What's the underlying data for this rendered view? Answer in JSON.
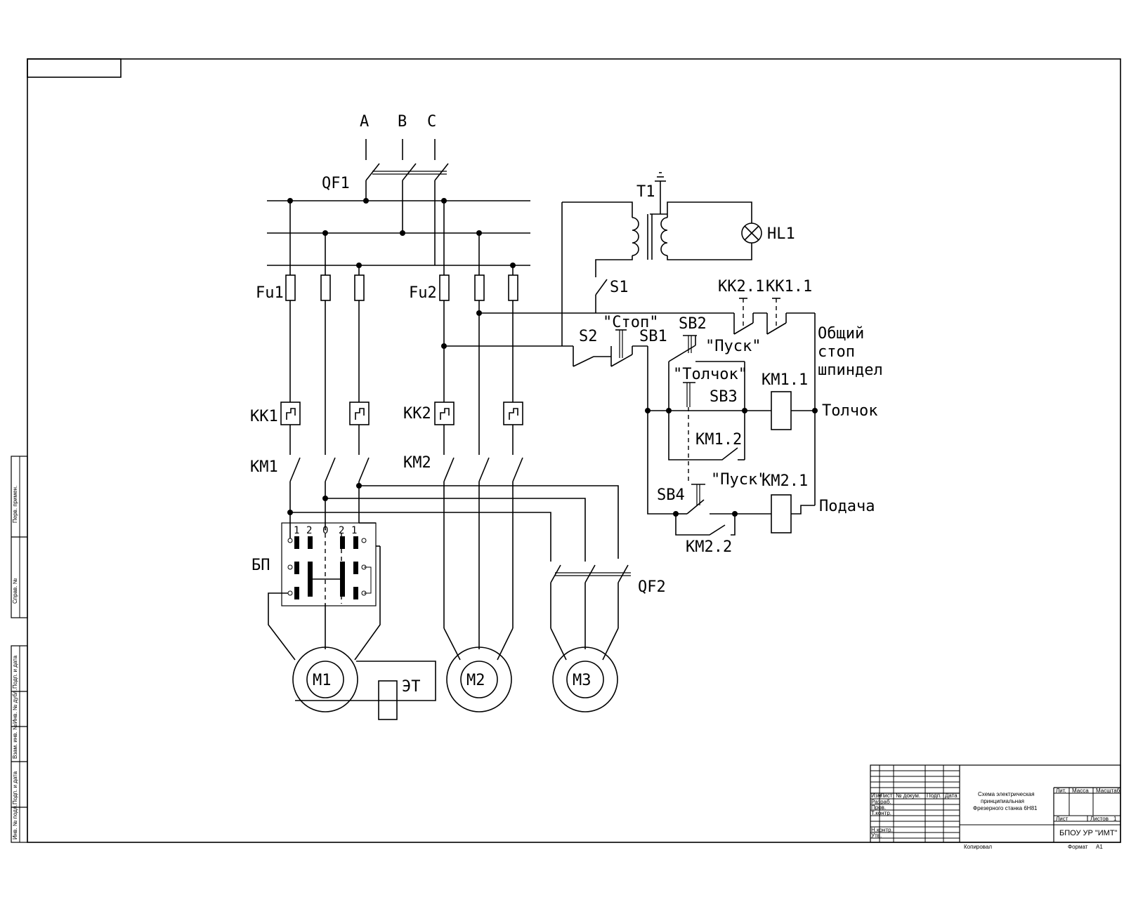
{
  "phases": [
    "A",
    "B",
    "C"
  ],
  "labels": {
    "qf1": "QF1",
    "qf2": "QF2",
    "fu1": "Fu1",
    "fu2": "Fu2",
    "kk1": "KK1",
    "kk2": "KK2",
    "km1": "KM1",
    "km2": "KM2",
    "bp": "БП",
    "bp_positions": [
      "1",
      "2",
      "0",
      "2",
      "1"
    ],
    "m1": "M1",
    "m2": "M2",
    "m3": "M3",
    "et": "ЭТ",
    "t1": "T1",
    "hl1": "HL1",
    "s1": "S1",
    "s2": "S2",
    "kk21": "KK2.1",
    "kk11": "KK1.1",
    "stop_quote": "\"Стоп\"",
    "sb1": "SB1",
    "sb2": "SB2",
    "pusk1": "\"Пуск\"",
    "obshchiy": "Общий",
    "stop": "стоп",
    "shpindel": "шпиндел",
    "tolchok_quote": "\"Толчок\"",
    "sb3": "SB3",
    "km11": "KM1.1",
    "tolchok": "Толчок",
    "km12": "KM1.2",
    "sb4": "SB4",
    "pusk2": "\"Пуск\"",
    "km21": "KM2.1",
    "podacha": "Подача",
    "km22": "KM2.2"
  },
  "title_block": {
    "col_headers": [
      "Изм",
      "Лист",
      "№ докум.",
      "Подп.",
      "Дата"
    ],
    "rows": [
      "Разраб.",
      "Пров.",
      "Т.контр.",
      "",
      "Н.контр.",
      "Утв."
    ],
    "title_lines": [
      "Схема электрическая",
      "принципиальная",
      "Фрезерного станка 6Н81"
    ],
    "lit": "Лит.",
    "massa": "Масса",
    "masshtab": "Масштаб",
    "list": "Лист",
    "listov": "Листов",
    "listov_val": "1",
    "org": "БПОУ УР \"ИМТ\"",
    "kopiroval": "Копировал",
    "format": "Формат",
    "format_val": "А1"
  },
  "side_stamp": [
    "Инв. № подл.",
    "Подп. и дата",
    "Взам. инв. №",
    "Инв. № дубл.",
    "Подп. и дата",
    "Справ. №",
    "Перв. примен."
  ]
}
